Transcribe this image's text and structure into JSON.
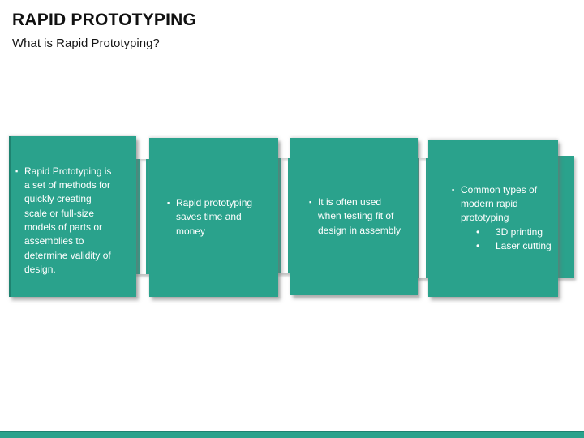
{
  "slide": {
    "title": "RAPID PROTOTYPING",
    "subtitle": "What is Rapid Prototyping?"
  },
  "theme": {
    "accent_green": "#2aa28c",
    "accent_green_dark": "#1e8270",
    "text_on_green": "#ffffff",
    "title_color": "#111111"
  },
  "band": {
    "bullet_char": "▪",
    "sub_bullet_char": "•",
    "boxes": [
      {
        "text": "Rapid Prototyping is\na set of methods for\nquickly creating\nscale or full-size\nmodels of parts or\nassemblies to\ndetermine validity of\ndesign."
      },
      {
        "text": "Rapid prototyping\nsaves time and\nmoney"
      },
      {
        "text": "It is often used\nwhen testing fit of\ndesign in assembly"
      },
      {
        "text": "Common types of\nmodern rapid\nprototyping",
        "sub_items": [
          "3D printing",
          "Laser cutting"
        ]
      }
    ]
  }
}
